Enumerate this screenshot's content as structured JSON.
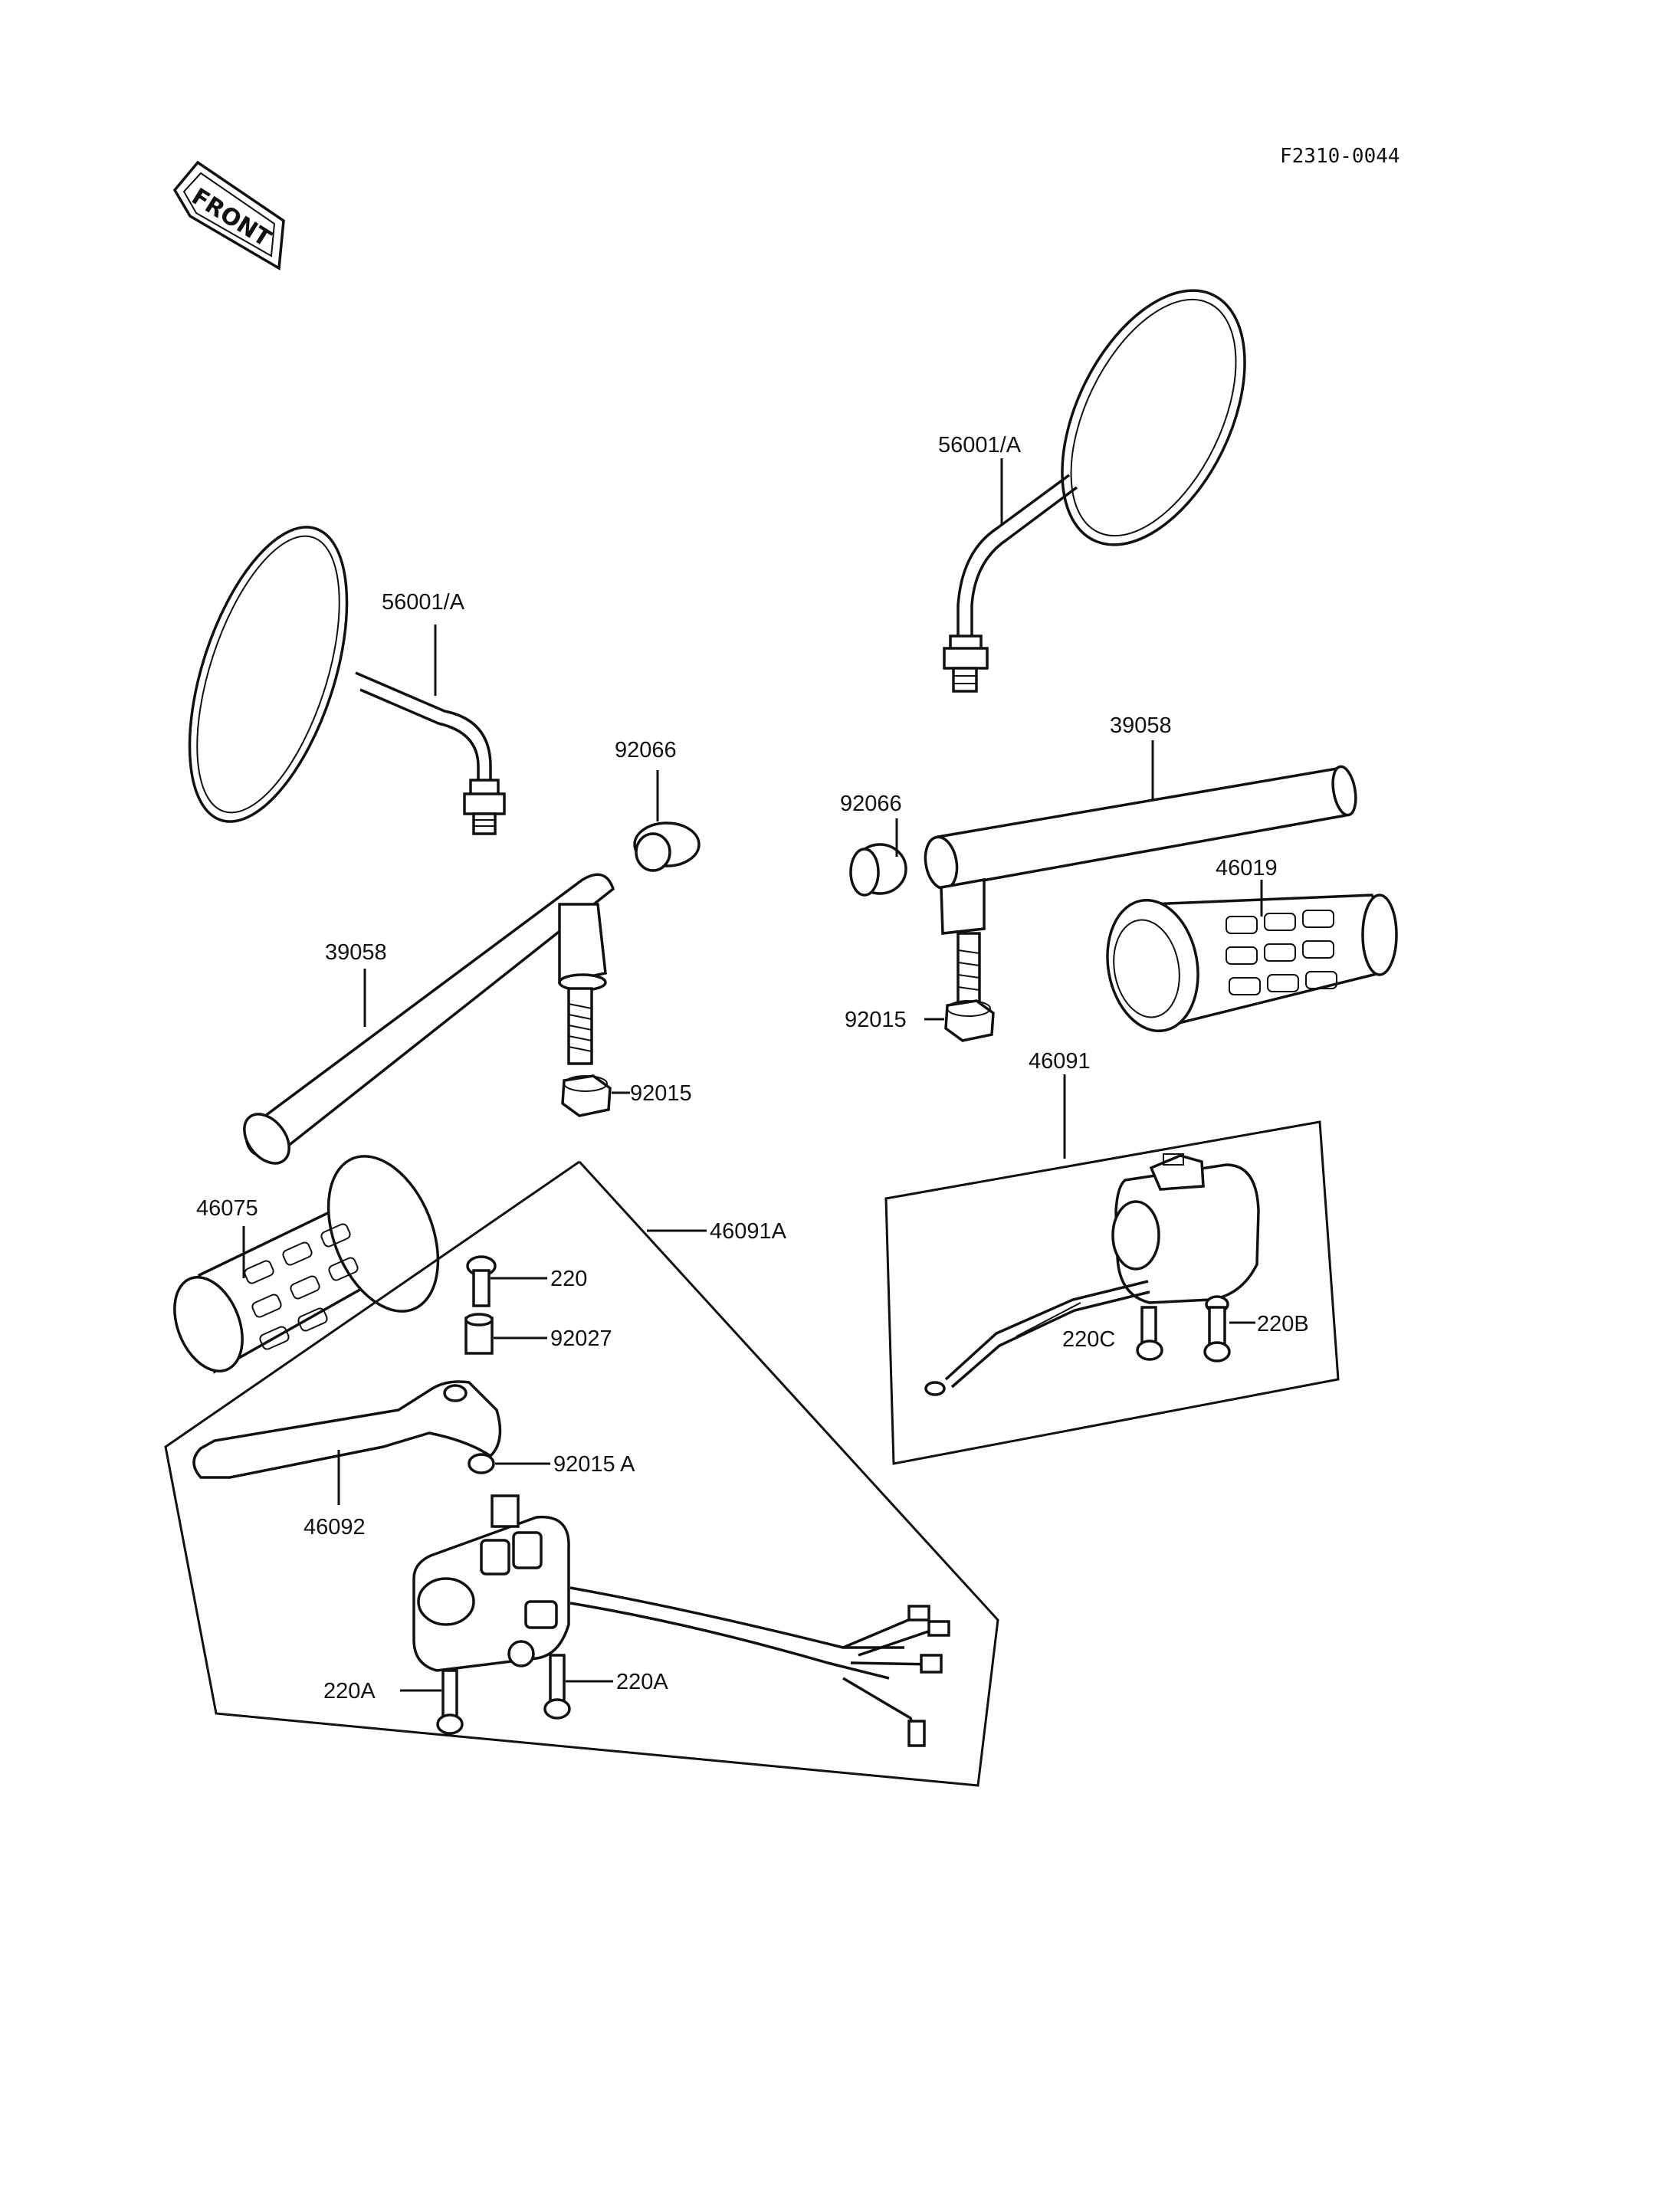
{
  "diagram": {
    "figure_code": "F2310-0044",
    "front_label": "FRONT",
    "labels": {
      "mirror_left": "56001/A",
      "mirror_right": "56001/A",
      "cap_left": "92066",
      "cap_right": "92066",
      "bar_left": "39058",
      "bar_right": "39058",
      "nut_left": "92015",
      "nut_right": "92015",
      "grip_left": "46075",
      "grip_right": "46019",
      "switch_assy_left": "46091A",
      "switch_assy_right": "46091",
      "screw_220": "220",
      "collar": "92027",
      "nut_a": "92015 A",
      "lever": "46092",
      "screw_220a_left": "220A",
      "screw_220a_right": "220A",
      "screw_220b": "220B",
      "screw_220c": "220C"
    }
  }
}
